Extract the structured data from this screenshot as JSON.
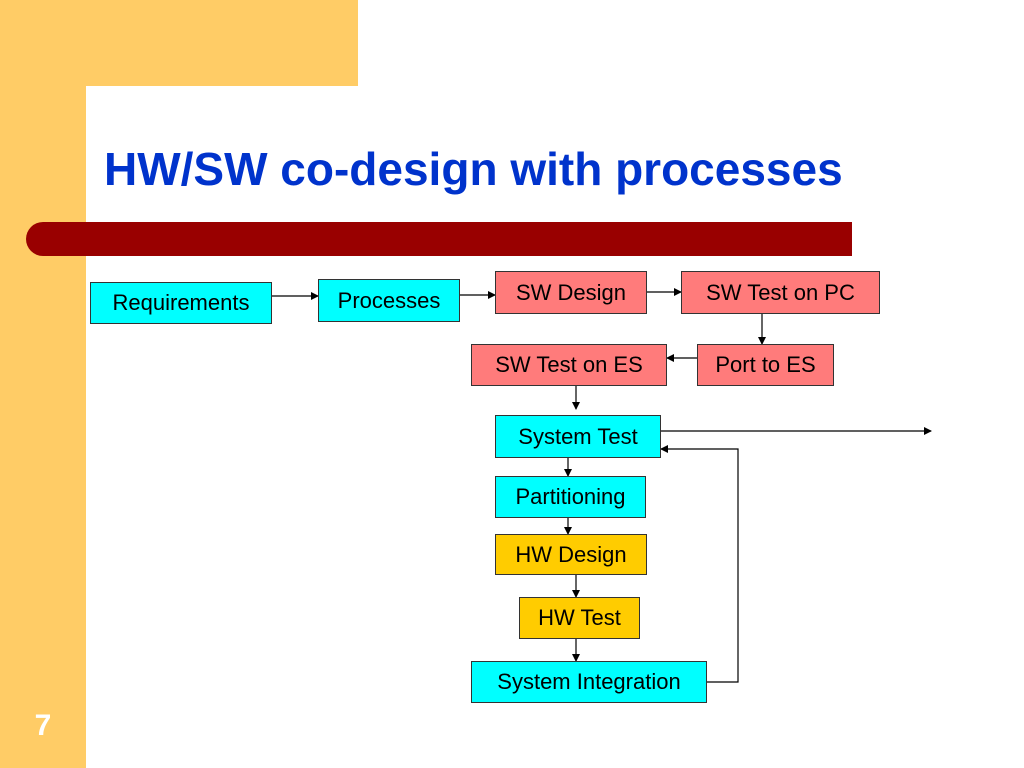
{
  "slide": {
    "title": "HW/SW co-design with processes",
    "number": "7"
  },
  "colors": {
    "title_text": "#0033cc",
    "side_band": "#ffcc66",
    "accent_bar": "#990000",
    "node_cyan": "#00ffff",
    "node_salmon": "#ff7b7b",
    "node_gold": "#ffcc00"
  },
  "diagram": {
    "nodes": {
      "requirements": "Requirements",
      "processes": "Processes",
      "sw_design": "SW Design",
      "sw_test_pc": "SW Test on PC",
      "sw_test_es": "SW Test on ES",
      "port_es": "Port to ES",
      "system_test": "System Test",
      "partitioning": "Partitioning",
      "hw_design": "HW Design",
      "hw_test": "HW Test",
      "system_integration": "System Integration"
    },
    "edges": [
      [
        "requirements",
        "processes"
      ],
      [
        "processes",
        "sw_design"
      ],
      [
        "sw_design",
        "sw_test_pc"
      ],
      [
        "sw_test_pc",
        "port_es"
      ],
      [
        "port_es",
        "sw_test_es"
      ],
      [
        "sw_test_es",
        "system_test"
      ],
      [
        "system_test",
        "partitioning"
      ],
      [
        "partitioning",
        "hw_design"
      ],
      [
        "hw_design",
        "hw_test"
      ],
      [
        "hw_test",
        "system_integration"
      ],
      [
        "system_integration",
        "system_test"
      ],
      [
        "system_test",
        "exit"
      ]
    ]
  }
}
